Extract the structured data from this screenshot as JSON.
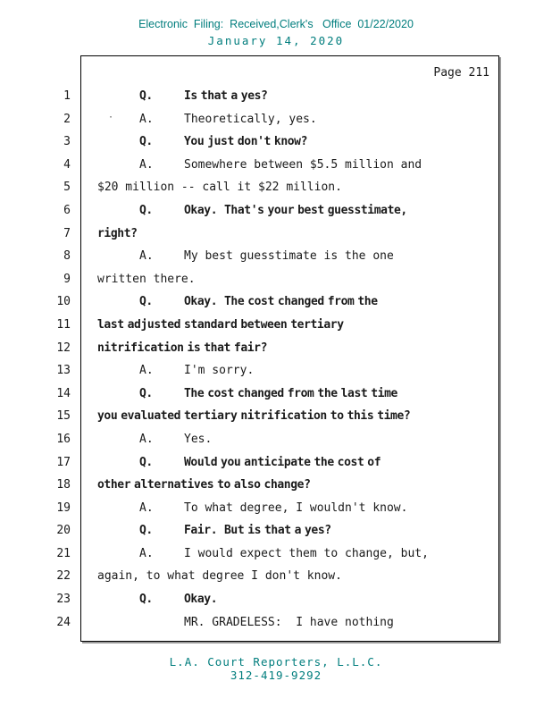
{
  "colors": {
    "stamp_teal": "#007d7d",
    "text_ink": "#1a1a1a"
  },
  "header": {
    "filing_line": "Electronic  Filing:  Received,Clerk's   Office  01/22/2020",
    "date_line": "January 14, 2020"
  },
  "page": {
    "page_label": "Page 211",
    "lines": [
      {
        "num": "1",
        "type": "qa",
        "speaker": "Q.",
        "text": "Is that a yes?",
        "bold": true
      },
      {
        "num": "2",
        "type": "qa",
        "speaker": "A.",
        "text": "Theoretically, yes.",
        "bold": false,
        "mark": "·"
      },
      {
        "num": "3",
        "type": "qa",
        "speaker": "Q.",
        "text": "You just don't know?",
        "bold": true
      },
      {
        "num": "4",
        "type": "qa",
        "speaker": "A.",
        "text": "Somewhere between $5.5 million and",
        "bold": false
      },
      {
        "num": "5",
        "type": "flush",
        "speaker": "",
        "text": "$20 million -- call it $22 million.",
        "bold": false
      },
      {
        "num": "6",
        "type": "qa",
        "speaker": "Q.",
        "text": "Okay.  That's your best guesstimate,",
        "bold": true
      },
      {
        "num": "7",
        "type": "flush",
        "speaker": "",
        "text": "right?",
        "bold": true
      },
      {
        "num": "8",
        "type": "qa",
        "speaker": "A.",
        "text": "My best guesstimate is the one",
        "bold": false
      },
      {
        "num": "9",
        "type": "flush",
        "speaker": "",
        "text": "written there.",
        "bold": false
      },
      {
        "num": "10",
        "type": "qa",
        "speaker": "Q.",
        "text": "Okay.  The cost changed from the",
        "bold": true
      },
      {
        "num": "11",
        "type": "flush",
        "speaker": "",
        "text": "last adjusted standard between tertiary",
        "bold": true
      },
      {
        "num": "12",
        "type": "flush",
        "speaker": "",
        "text": "nitrification is that fair?",
        "bold": true
      },
      {
        "num": "13",
        "type": "qa",
        "speaker": "A.",
        "text": "I'm sorry.",
        "bold": false
      },
      {
        "num": "14",
        "type": "qa",
        "speaker": "Q.",
        "text": "The cost changed from the last time",
        "bold": true
      },
      {
        "num": "15",
        "type": "flush",
        "speaker": "",
        "text": "you evaluated tertiary nitrification to this time?",
        "bold": true
      },
      {
        "num": "16",
        "type": "qa",
        "speaker": "A.",
        "text": "Yes.",
        "bold": false
      },
      {
        "num": "17",
        "type": "qa",
        "speaker": "Q.",
        "text": "Would you anticipate the cost of",
        "bold": true
      },
      {
        "num": "18",
        "type": "flush",
        "speaker": "",
        "text": "other alternatives to also change?",
        "bold": true
      },
      {
        "num": "19",
        "type": "qa",
        "speaker": "A.",
        "text": "To what degree, I wouldn't know.",
        "bold": false
      },
      {
        "num": "20",
        "type": "qa",
        "speaker": "Q.",
        "text": "Fair.  But is that a yes?",
        "bold": true
      },
      {
        "num": "21",
        "type": "qa",
        "speaker": "A.",
        "text": "I would expect them to change, but,",
        "bold": false
      },
      {
        "num": "22",
        "type": "flush",
        "speaker": "",
        "text": "again, to what degree I don't know.",
        "bold": false
      },
      {
        "num": "23",
        "type": "qa",
        "speaker": "Q.",
        "text": "Okay.",
        "bold": true
      },
      {
        "num": "24",
        "type": "indent",
        "speaker": "",
        "text": "MR. GRADELESS:  I have nothing",
        "bold": false
      }
    ]
  },
  "footer": {
    "company": "L.A. Court Reporters, L.L.C.",
    "phone": "312-419-9292"
  }
}
